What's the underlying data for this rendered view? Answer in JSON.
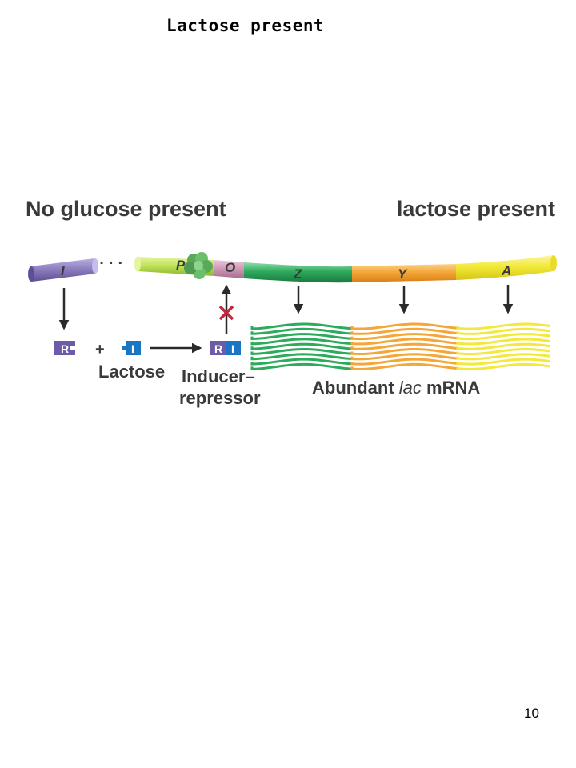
{
  "slide": {
    "title": "Lactose present",
    "page_number": "10"
  },
  "diagram": {
    "header_left": "No glucose present",
    "header_right": "lactose present",
    "ellipsis": "· · ·",
    "genes": {
      "i": "I",
      "p": "P",
      "o": "O",
      "z": "Z",
      "y": "Y",
      "a": "A"
    },
    "repressor_box": "R",
    "inducer_box": "I",
    "plus": "+",
    "lactose_label": "Lactose",
    "complex_label_line1": "Inducer–",
    "complex_label_line2": "repressor",
    "mrna_label_prefix": "Abundant ",
    "mrna_label_italic": "lac",
    "mrna_label_suffix": " mRNA",
    "colors": {
      "i_gene": "#8e7fc0",
      "promoter": "#bfe35a",
      "operator": "#cf9ab8",
      "z_gene": "#2eaa5c",
      "y_gene": "#f4a638",
      "a_gene": "#f3e93a",
      "repressor": "#6d5aa8",
      "inducer": "#1a76c2",
      "block_x": "#c0263c",
      "cap": "#6bbf6a"
    },
    "icons": [
      "arrow-down-icon",
      "arrow-right-icon",
      "arrow-up-icon",
      "blocked-x-icon",
      "cap-protein-icon"
    ]
  }
}
